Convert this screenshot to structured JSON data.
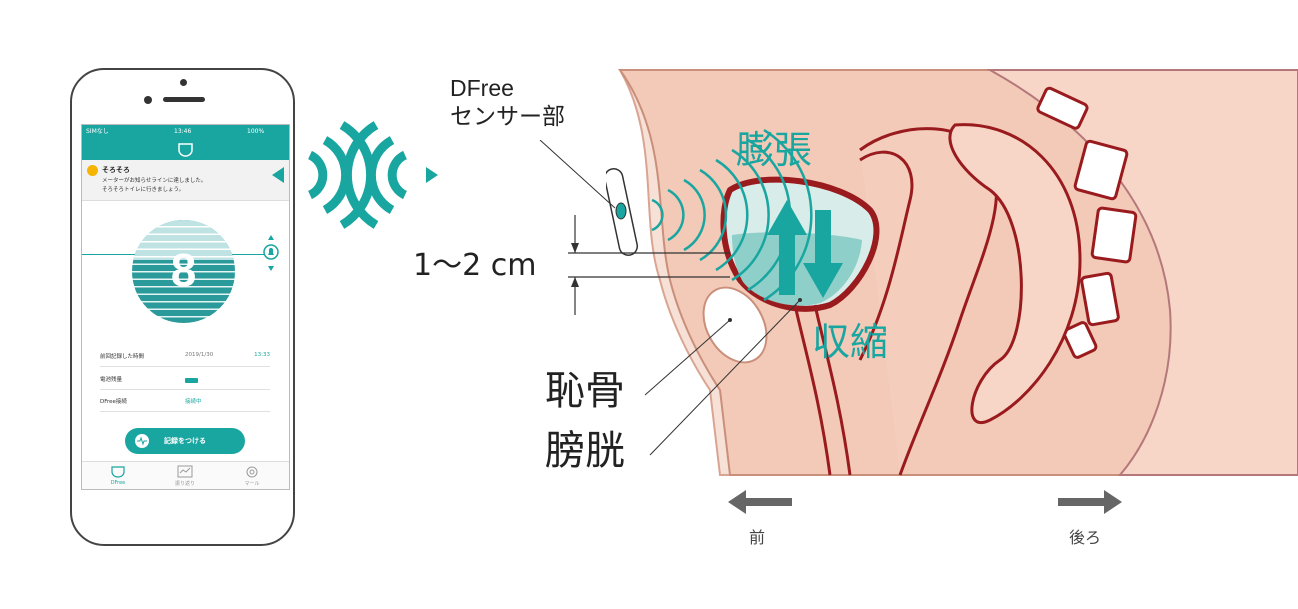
{
  "phone": {
    "status": {
      "carrier": "SIMなし",
      "time": "13:46",
      "battery": "100%"
    },
    "notification": {
      "title": "そろそろ",
      "line1": "メーターがお知らせラインに達しました。",
      "line2": "そろそろトイレに行きましょう。"
    },
    "meter": {
      "value": "8"
    },
    "info": [
      {
        "label": "前回記録した時間",
        "date": "2019/1/30",
        "time": "13:33"
      },
      {
        "label": "電池残量",
        "date": "",
        "time": ""
      },
      {
        "label": "DFree接続",
        "date": "接続中",
        "time": ""
      }
    ],
    "record_button": "記録をつける",
    "tabs": [
      {
        "label": "DFree"
      },
      {
        "label": "振り返り"
      },
      {
        "label": "マール"
      }
    ]
  },
  "diagram": {
    "sensor_label": "DFree",
    "sensor_label_2": "センサー部",
    "distance": "1〜2 cm",
    "expand": "膨張",
    "contract": "収縮",
    "pubic_bone": "恥骨",
    "bladder": "膀胱",
    "front": "前",
    "back": "後ろ"
  },
  "colors": {
    "teal": "#1aa6a0",
    "bladder_outline": "#9a1b1e",
    "skin": "#f3c9b8",
    "organ": "#f7d6c8"
  }
}
